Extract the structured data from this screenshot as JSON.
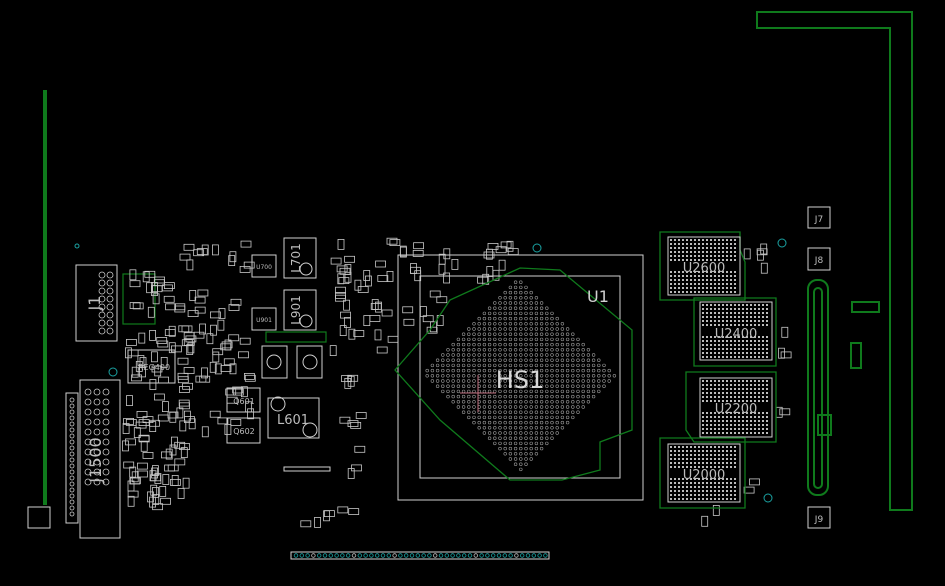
{
  "board": {
    "background": "#000000",
    "silkscreen_color": "#d0d0d0",
    "copper_color": "#0f7a1c",
    "via_color": "#1aa3a3",
    "cursor_color": "#c07080"
  },
  "components": {
    "J1": "J1",
    "J1500": "J1500",
    "REG400": "REG400",
    "U700": "U700",
    "U901": "U901",
    "L701": "L701",
    "L901": "L901",
    "Q601": "Q601",
    "Q602": "Q602",
    "L601": "L601",
    "HS1": "HS1",
    "U1": "U1",
    "U2600": "U2600",
    "U2400": "U2400",
    "U2200": "U2200",
    "U2000": "U2000",
    "J7": "J7",
    "J8": "J8",
    "J9": "J9"
  }
}
